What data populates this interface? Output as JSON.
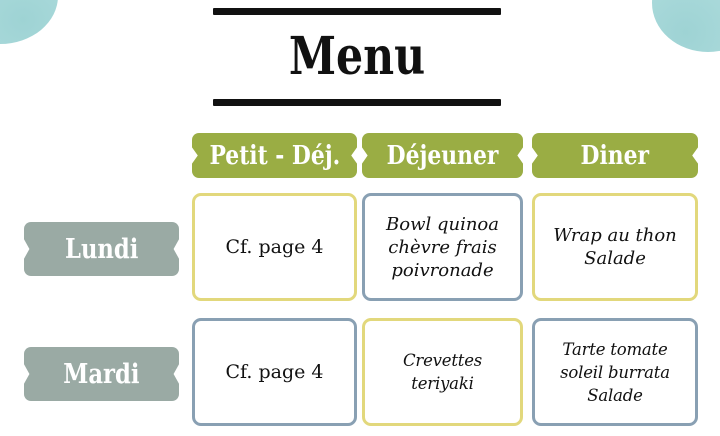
{
  "page": {
    "title": "Menu",
    "background_color": "#ffffff",
    "accent_green": "#9aad44",
    "accent_sage": "#9aaaa4",
    "accent_teal": "#a9d9da",
    "border_yellow": "#e2d87c",
    "border_blue": "#89a0b3"
  },
  "decor": {
    "corner_left": "teal-blob-shape",
    "corner_right": "teal-blob-shape"
  },
  "columns": [
    {
      "label": "Petit - Déj."
    },
    {
      "label": "Déjeuner"
    },
    {
      "label": "Diner"
    }
  ],
  "rows": [
    {
      "day": "Lundi",
      "cells": [
        {
          "text": "Cf. page 4",
          "style": "plain",
          "border": "yellow"
        },
        {
          "text": "Bowl quinoa chèvre frais poivronade",
          "style": "italic",
          "border": "blue"
        },
        {
          "text": "Wrap au thon Salade",
          "style": "italic",
          "border": "yellow"
        }
      ]
    },
    {
      "day": "Mardi",
      "cells": [
        {
          "text": "Cf. page 4",
          "style": "plain",
          "border": "blue"
        },
        {
          "text": "Crevettes teriyaki",
          "style": "italic",
          "border": "yellow"
        },
        {
          "text": "Tarte tomate soleil burrata Salade",
          "style": "italic",
          "border": "blue"
        }
      ]
    }
  ]
}
